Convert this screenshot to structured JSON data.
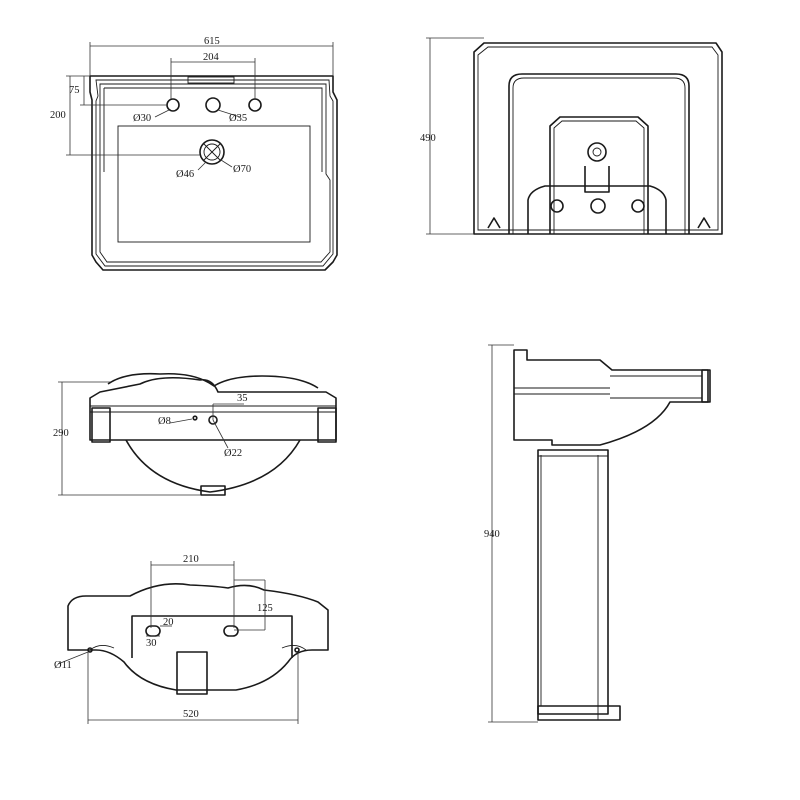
{
  "views": {
    "top": {
      "width": "615",
      "tap_spacing": "204",
      "depth": "200",
      "tap_offset": "75",
      "hole_small": "Ø30",
      "hole_tap": "Ø35",
      "drain_inner": "Ø46",
      "drain_outer": "Ø70"
    },
    "front": {
      "height": "490"
    },
    "section": {
      "height": "290",
      "hole_small": "Ø8",
      "hole_overflow": "Ø22",
      "overflow_offset": "35"
    },
    "bottom": {
      "fixing_spacing": "210",
      "fixing_offset": "125",
      "slot_width": "20",
      "slot_height": "30",
      "hole": "Ø11",
      "mount_width": "520"
    },
    "side": {
      "total_height": "940"
    }
  }
}
